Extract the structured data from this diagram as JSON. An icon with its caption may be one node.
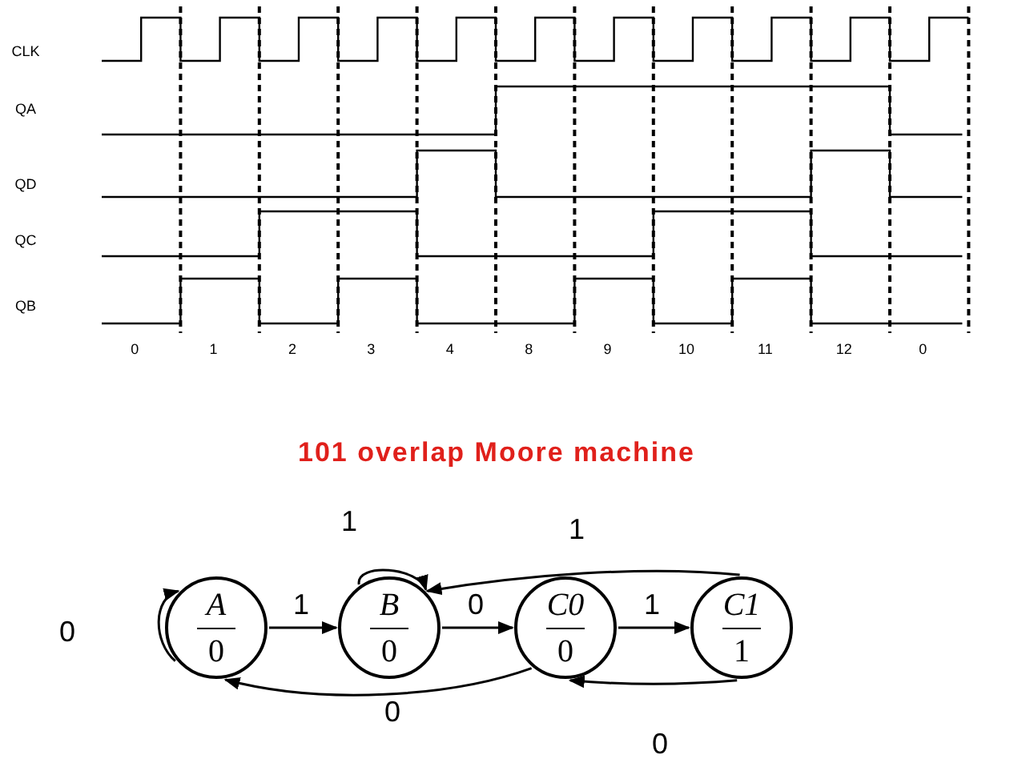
{
  "diagram": {
    "title": "101 overlap Moore machine",
    "nodes": [
      {
        "text": [
          "A",
          "0"
        ]
      },
      {
        "text": [
          "B",
          "0"
        ]
      },
      {
        "text": [
          "C0",
          "0"
        ]
      },
      {
        "text": [
          "C1",
          "1"
        ]
      }
    ],
    "edges": [
      {
        "from": 0,
        "to": 0,
        "arrow": "to",
        "label": "0"
      },
      {
        "from": 0,
        "to": 1,
        "arrow": "to",
        "label": "1"
      },
      {
        "from": 1,
        "to": 1,
        "arrow": "to",
        "label": "1"
      },
      {
        "from": 1,
        "to": 2,
        "arrow": "to",
        "label": "0"
      },
      {
        "from": 2,
        "to": 3,
        "arrow": "to",
        "label": "1"
      },
      {
        "from": 3,
        "to": 1,
        "arrow": "to",
        "label": "1"
      },
      {
        "from": 2,
        "to": 0,
        "arrow": "to",
        "label": "0"
      },
      {
        "from": 3,
        "to": 2,
        "arrow": "to",
        "label": "0"
      }
    ],
    "labels": [
      "CLK",
      "QA",
      "QD",
      "QC",
      "QB",
      "0",
      "1",
      "2",
      "3",
      "4",
      "8",
      "9",
      "10",
      "11",
      "12",
      "0"
    ]
  }
}
